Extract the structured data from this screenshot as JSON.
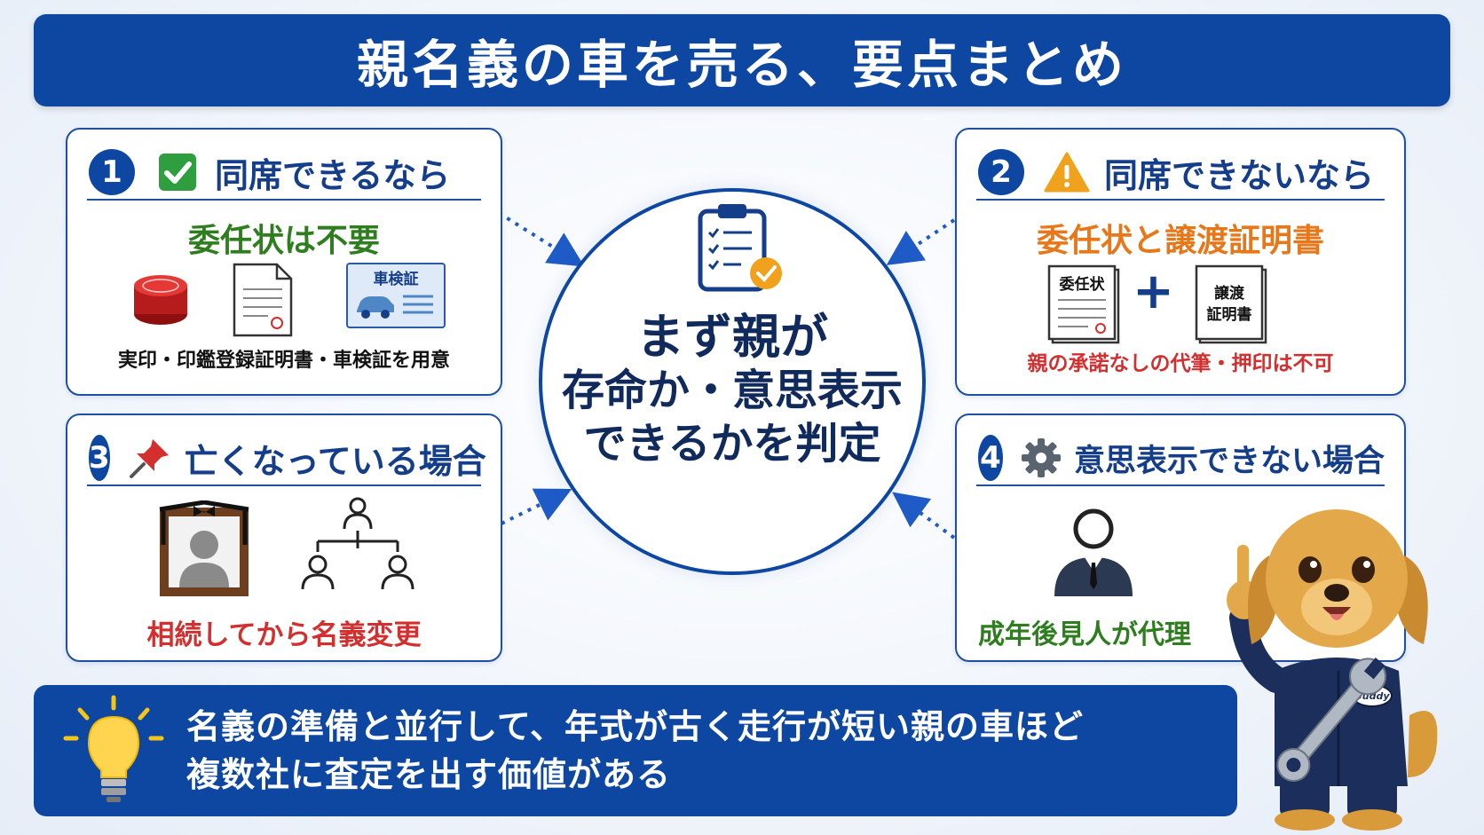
{
  "title": "親名義の車を売る、要点まとめ",
  "center": {
    "line1": "まず親が",
    "line2": "存命か・意思表示",
    "line3": "できるかを判定"
  },
  "cards": {
    "c1": {
      "number": "1",
      "heading": "同席できるなら",
      "sub": "委任状は不要",
      "doc_label": "車検証",
      "caption": "実印・印鑑登録証明書・車検証を用意",
      "sub_color": "#2e7d1e"
    },
    "c2": {
      "number": "2",
      "heading": "同席できないなら",
      "sub": "委任状と譲渡証明書",
      "doc1": "委任状",
      "doc2_line1": "譲渡",
      "doc2_line2": "証明書",
      "plus": "+",
      "caption": "親の承諾なしの代筆・押印は不可",
      "sub_color": "#e8771a",
      "caption_color": "#d32f2f"
    },
    "c3": {
      "number": "3",
      "heading": "亡くなっている場合",
      "caption": "相続してから名義変更",
      "caption_color": "#d32f2f"
    },
    "c4": {
      "number": "4",
      "heading": "意思表示できない場合",
      "caption": "成年後見人が代理",
      "caption_color": "#2e7d1e"
    }
  },
  "bottom": {
    "line1": "名義の準備と並行して、年式が古く走行が短い親の車ほど",
    "line2": "複数社に査定を出す価値がある"
  },
  "mascot": {
    "badge": "Buddy"
  },
  "colors": {
    "primary": "#0d47a1",
    "green": "#2e7d1e",
    "orange": "#e8771a",
    "red": "#d32f2f"
  },
  "icons": [
    "check-icon",
    "warning-icon",
    "pushpin-icon",
    "gear-icon",
    "clipboard-icon",
    "lightbulb-icon"
  ]
}
